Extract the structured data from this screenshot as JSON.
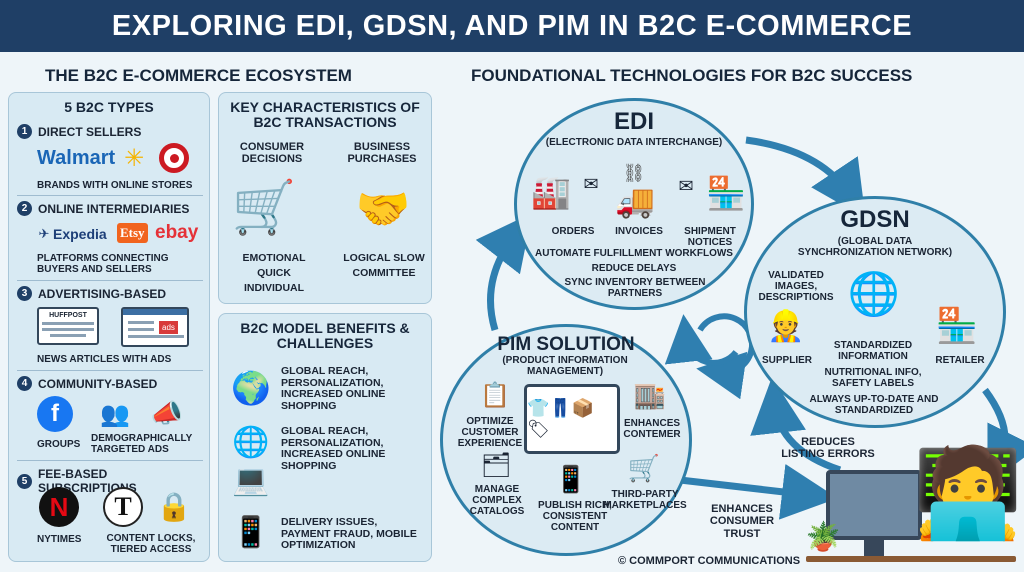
{
  "title": "EXPLORING EDI, GDSN, AND PIM IN B2C E-COMMERCE",
  "left_title": "THE B2C E-COMMERCE ECOSYSTEM",
  "right_title": "FOUNDATIONAL TECHNOLOGIES FOR B2C SUCCESS",
  "types": {
    "heading": "5 B2C TYPES",
    "direct": {
      "num": "1",
      "label": "DIRECT SELLERS",
      "logo1": "Walmart",
      "caption": "BRANDS WITH ONLINE STORES"
    },
    "intermediaries": {
      "num": "2",
      "label": "ONLINE INTERMEDIARIES",
      "logo1": "Expedia",
      "logo2": "Etsy",
      "logo3": "ebay",
      "caption": "PLATFORMS CONNECTING BUYERS AND SELLERS"
    },
    "advertising": {
      "num": "3",
      "label": "ADVERTISING-BASED",
      "sign1": "HUFFPOST",
      "sign2": "ads",
      "caption": "NEWS ARTICLES WITH ADS"
    },
    "community": {
      "num": "4",
      "label": "COMMUNITY-BASED",
      "cap1": "GROUPS",
      "cap2": "DEMOGRAPHICALLY TARGETED ADS"
    },
    "fee": {
      "num": "5",
      "label": "FEE-BASED SUBSCRIPTIONS",
      "cap1": "NYTIMES",
      "cap2": "CONTENT LOCKS, TIERED ACCESS"
    }
  },
  "characteristics": {
    "heading": "KEY CHARACTERISTICS OF B2C TRANSACTIONS",
    "consumer": "CONSUMER DECISIONS",
    "business": "BUSINESS PURCHASES",
    "c_traits": "EMOTIONAL QUICK INDIVIDUAL",
    "b_traits": "LOGICAL SLOW COMMITTEE"
  },
  "benefits": {
    "heading": "B2C MODEL BENEFITS & CHALLENGES",
    "item1": "GLOBAL REACH, PERSONALIZATION, INCREASED ONLINE SHOPPING",
    "item2": "GLOBAL REACH, PERSONALIZATION, INCREASED ONLINE SHOPPING",
    "item3": "DELIVERY ISSUES, PAYMENT FRAUD, MOBILE OPTIMIZATION"
  },
  "edi": {
    "title": "EDI",
    "subtitle": "(ELECTRONIC DATA INTERCHANGE)",
    "orders": "ORDERS",
    "invoices": "INVOICES",
    "notices": "SHIPMENT NOTICES",
    "b1": "AUTOMATE FULFILLMENT WORKFLOWS",
    "b2": "REDUCE DELAYS",
    "b3": "SYNC INVENTORY BETWEEN PARTNERS"
  },
  "gdsn": {
    "title": "GDSN",
    "subtitle": "(GLOBAL DATA SYNCHRONIZATION NETWORK)",
    "validated": "VALIDATED IMAGES, DESCRIPTIONS",
    "supplier": "SUPPLIER",
    "retailer": "RETAILER",
    "b1": "STANDARDIZED INFORMATION",
    "b2": "NUTRITIONAL INFO, SAFETY LABELS",
    "b3": "ALWAYS UP-TO-DATE AND STANDARDIZED"
  },
  "pim": {
    "title": "PIM SOLUTION",
    "subtitle": "(PRODUCT INFORMATION MANAGEMENT)",
    "optimize": "OPTIMIZE CUSTOMER EXPERIENCE",
    "enhances": "ENHANCES CONTEMER",
    "manage": "MANAGE COMPLEX CATALOGS",
    "publish": "PUBLISH RICH, CONSISTENT CONTENT",
    "third": "THIRD-PARTY MARKETPLACES"
  },
  "reduces": "REDUCES LISTING ERRORS",
  "enhances_trust": "ENHANCES CONSUMER TRUST",
  "copyright": "© COMMPORT COMMUNICATIONS",
  "colors": {
    "banner": "#1f3f66",
    "panel": "#d8eaf3",
    "ring": "#2f7fa8",
    "arrow": "#2f7fb0"
  }
}
